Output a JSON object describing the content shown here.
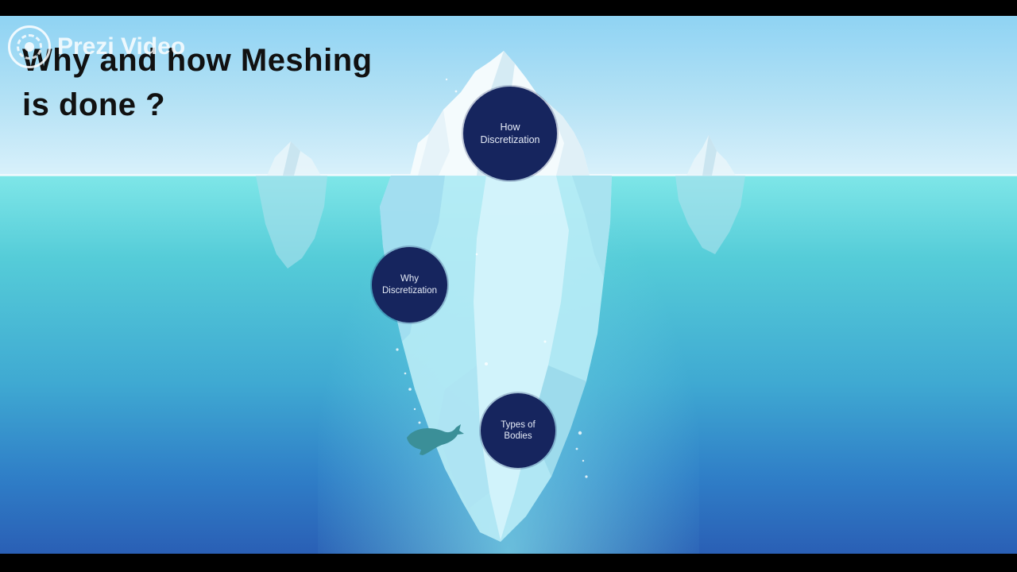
{
  "slide": {
    "title": "Why and how Meshing\nis done ?"
  },
  "watermark": {
    "text": "Prezi Video",
    "icon": "prezi-logo-icon"
  },
  "topics": [
    {
      "label": "How\nDiscretization"
    },
    {
      "label": "Why\nDiscretization"
    },
    {
      "label": "Types of\nBodies"
    }
  ],
  "colors": {
    "topic_fill": "#16255e",
    "sky": "#b5e2f5",
    "sea": "#55ccd8",
    "deep_sea": "#2a5fb5"
  }
}
